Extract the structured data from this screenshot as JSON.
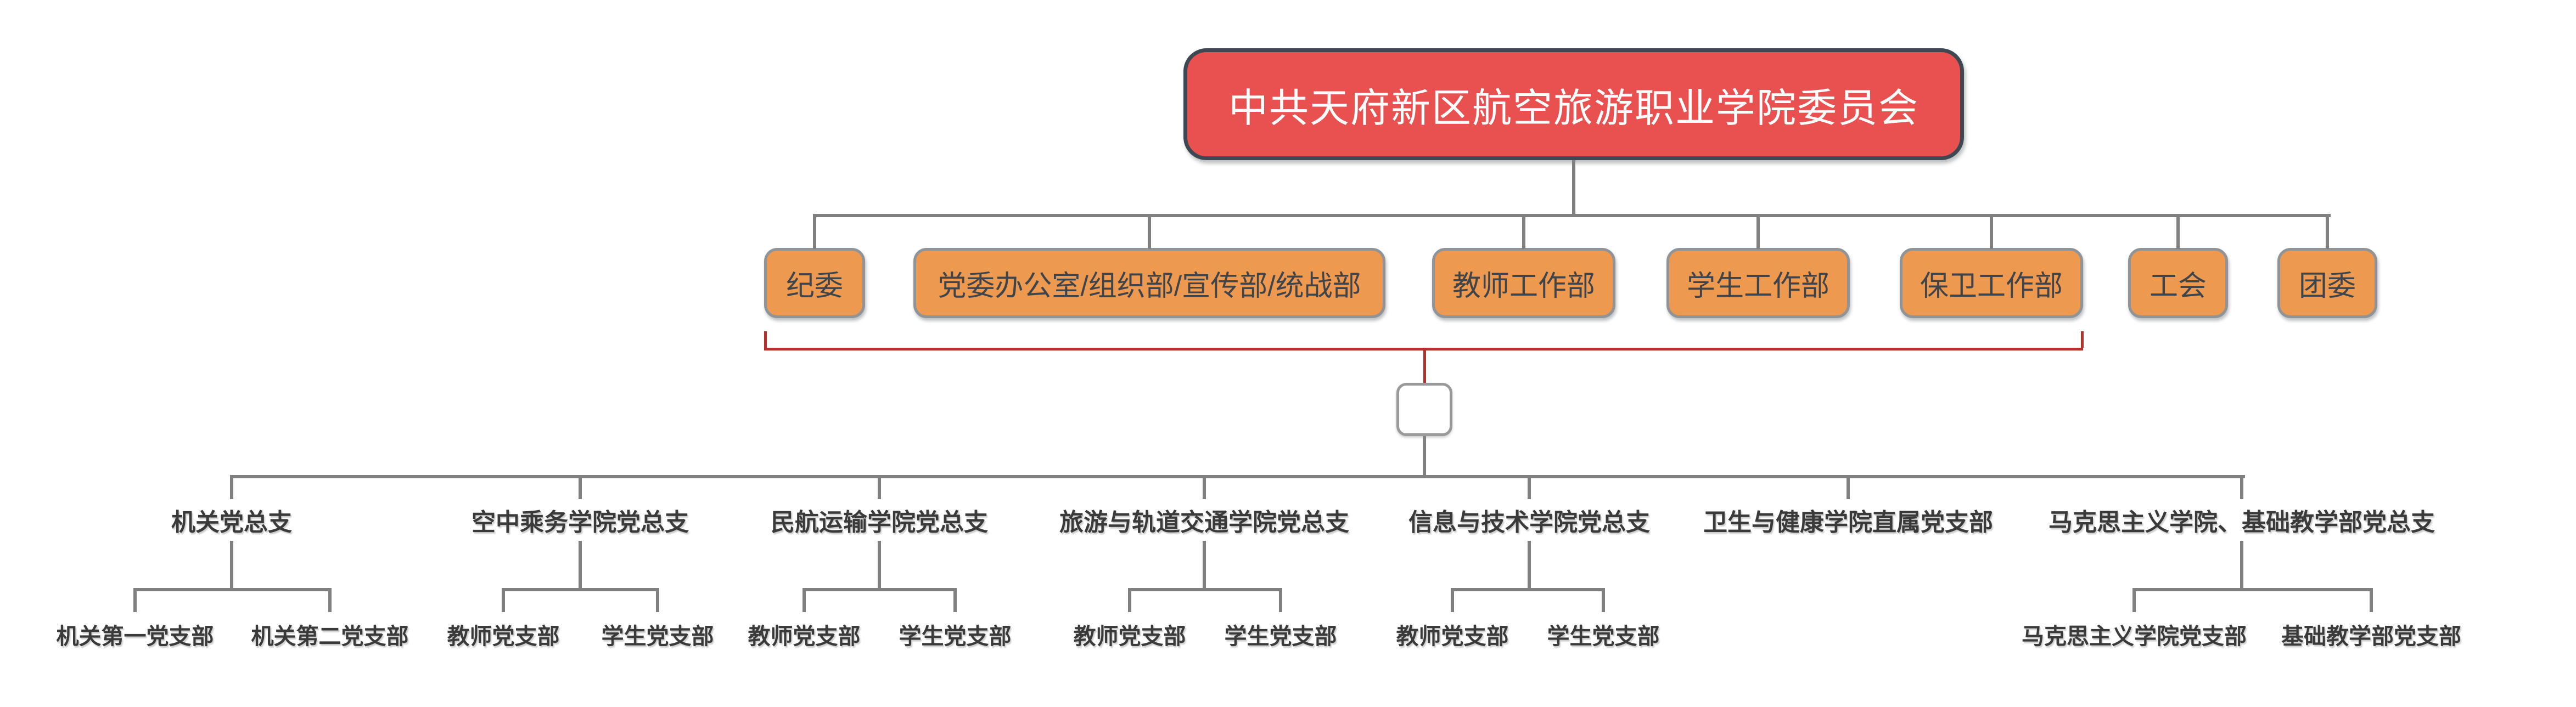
{
  "org": {
    "root": {
      "label": "中共天府新区航空旅游职业学院委员会"
    },
    "departments": [
      {
        "label": "纪委"
      },
      {
        "label": "党委办公室/组织部/宣传部/统战部"
      },
      {
        "label": "教师工作部"
      },
      {
        "label": "学生工作部"
      },
      {
        "label": "保卫工作部"
      },
      {
        "label": "工会"
      },
      {
        "label": "团委"
      }
    ],
    "branches": [
      {
        "label": "机关党总支",
        "children": [
          "机关第一党支部",
          "机关第二党支部"
        ]
      },
      {
        "label": "空中乘务学院党总支",
        "children": [
          "教师党支部",
          "学生党支部"
        ]
      },
      {
        "label": "民航运输学院党总支",
        "children": [
          "教师党支部",
          "学生党支部"
        ]
      },
      {
        "label": "旅游与轨道交通学院党总支",
        "children": [
          "教师党支部",
          "学生党支部"
        ]
      },
      {
        "label": "信息与技术学院党总支",
        "children": [
          "教师党支部",
          "学生党支部"
        ]
      },
      {
        "label": "卫生与健康学院直属党支部",
        "children": []
      },
      {
        "label": "马克思主义学院、基础教学部党总支",
        "children": [
          "马克思主义学院党支部",
          "基础教学部党支部"
        ]
      }
    ]
  },
  "colors": {
    "background": "#ffffff",
    "root_fill": "#e85150",
    "root_border": "#3d4852",
    "dept_fill": "#ed9950",
    "dept_border": "#8f9499",
    "dept_text": "#3f444a",
    "line": "#808080",
    "bracket": "#b5312a",
    "label_text": "#3a3a3a"
  }
}
